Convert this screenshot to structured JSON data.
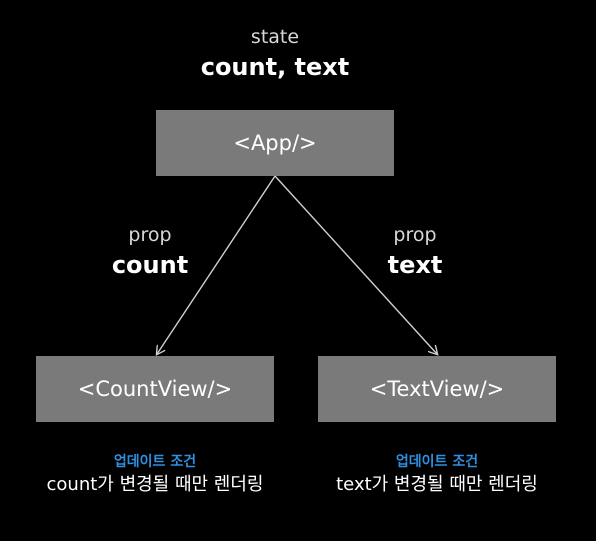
{
  "app_state": {
    "caption": "state",
    "value": "count, text"
  },
  "nodes": {
    "app": "<App/>",
    "count_view": "<CountView/>",
    "text_view": "<TextView/>"
  },
  "props": {
    "left": {
      "caption": "prop",
      "value": "count"
    },
    "right": {
      "caption": "prop",
      "value": "text"
    }
  },
  "conditions": {
    "left": {
      "heading": "업데이트 조건",
      "text": "count가 변경될 때만 렌더링"
    },
    "right": {
      "heading": "업데이트 조건",
      "text": "text가 변경될 때만 렌더링"
    }
  },
  "colors": {
    "background": "#000000",
    "node_fill": "#7a7a7a",
    "edge": "#cfcfcf",
    "heading_accent": "#2f8fe0"
  }
}
